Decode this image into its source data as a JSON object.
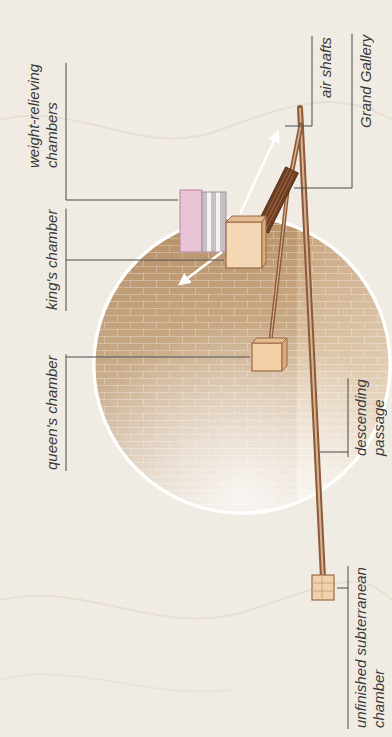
{
  "diagram": {
    "labels": [
      "weight-relieving chambers",
      "king's chamber",
      "queen's chamber",
      "air shafts",
      "Grand Gallery",
      "descending passage",
      "unfinished subterranean chamber"
    ]
  }
}
